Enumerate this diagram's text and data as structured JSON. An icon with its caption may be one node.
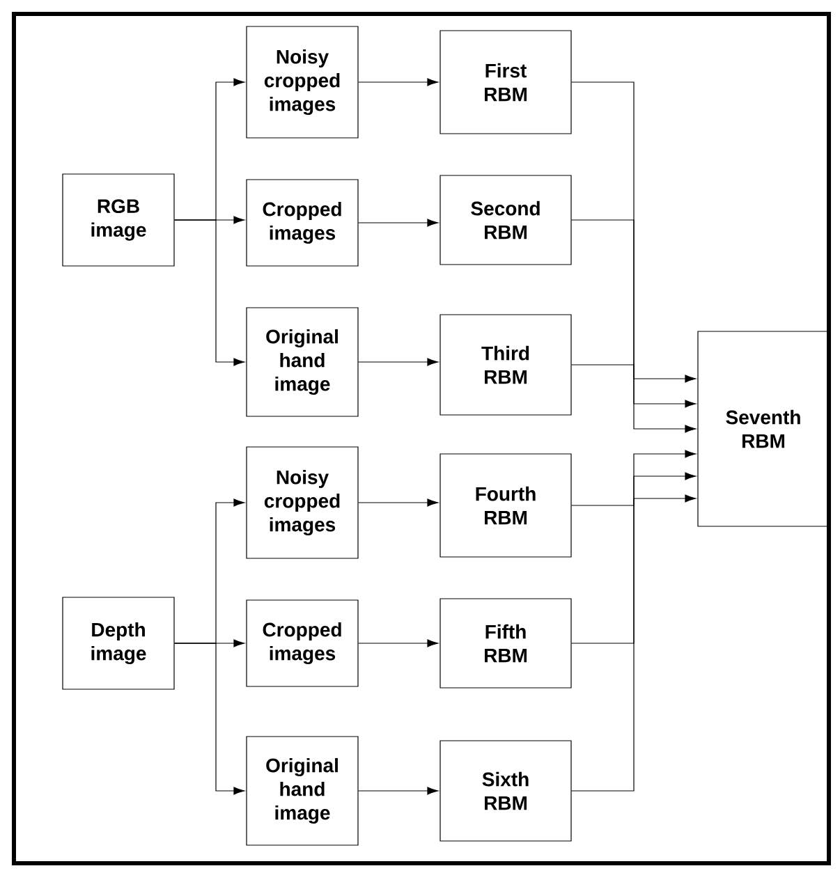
{
  "diagram": {
    "nodes": [
      {
        "text": [
          "RGB image"
        ]
      },
      {
        "text": [
          "Noisy cropped images"
        ]
      },
      {
        "text": [
          "Cropped images"
        ]
      },
      {
        "text": [
          "Original hand image"
        ]
      },
      {
        "text": [
          "First RBM"
        ]
      },
      {
        "text": [
          "Second RBM"
        ]
      },
      {
        "text": [
          "Third RBM"
        ]
      },
      {
        "text": [
          "Depth image"
        ]
      },
      {
        "text": [
          "Noisy cropped images"
        ]
      },
      {
        "text": [
          "Cropped images"
        ]
      },
      {
        "text": [
          "Original hand image"
        ]
      },
      {
        "text": [
          "Fourth RBM"
        ]
      },
      {
        "text": [
          "Fifth RBM"
        ]
      },
      {
        "text": [
          "Sixth RBM"
        ]
      },
      {
        "text": [
          "Seventh RBM"
        ]
      }
    ],
    "edges": [
      {
        "from": 0,
        "to": 1,
        "arrow": "to"
      },
      {
        "from": 0,
        "to": 2,
        "arrow": "to"
      },
      {
        "from": 0,
        "to": 3,
        "arrow": "to"
      },
      {
        "from": 1,
        "to": 4,
        "arrow": "to"
      },
      {
        "from": 2,
        "to": 5,
        "arrow": "to"
      },
      {
        "from": 3,
        "to": 6,
        "arrow": "to"
      },
      {
        "from": 7,
        "to": 8,
        "arrow": "to"
      },
      {
        "from": 7,
        "to": 9,
        "arrow": "to"
      },
      {
        "from": 7,
        "to": 10,
        "arrow": "to"
      },
      {
        "from": 8,
        "to": 11,
        "arrow": "to"
      },
      {
        "from": 9,
        "to": 12,
        "arrow": "to"
      },
      {
        "from": 10,
        "to": 13,
        "arrow": "to"
      },
      {
        "from": 4,
        "to": 14,
        "arrow": "to"
      },
      {
        "from": 5,
        "to": 14,
        "arrow": "to"
      },
      {
        "from": 6,
        "to": 14,
        "arrow": "to"
      },
      {
        "from": 11,
        "to": 14,
        "arrow": "to"
      },
      {
        "from": 12,
        "to": 14,
        "arrow": "to"
      },
      {
        "from": 13,
        "to": 14,
        "arrow": "to"
      }
    ]
  }
}
